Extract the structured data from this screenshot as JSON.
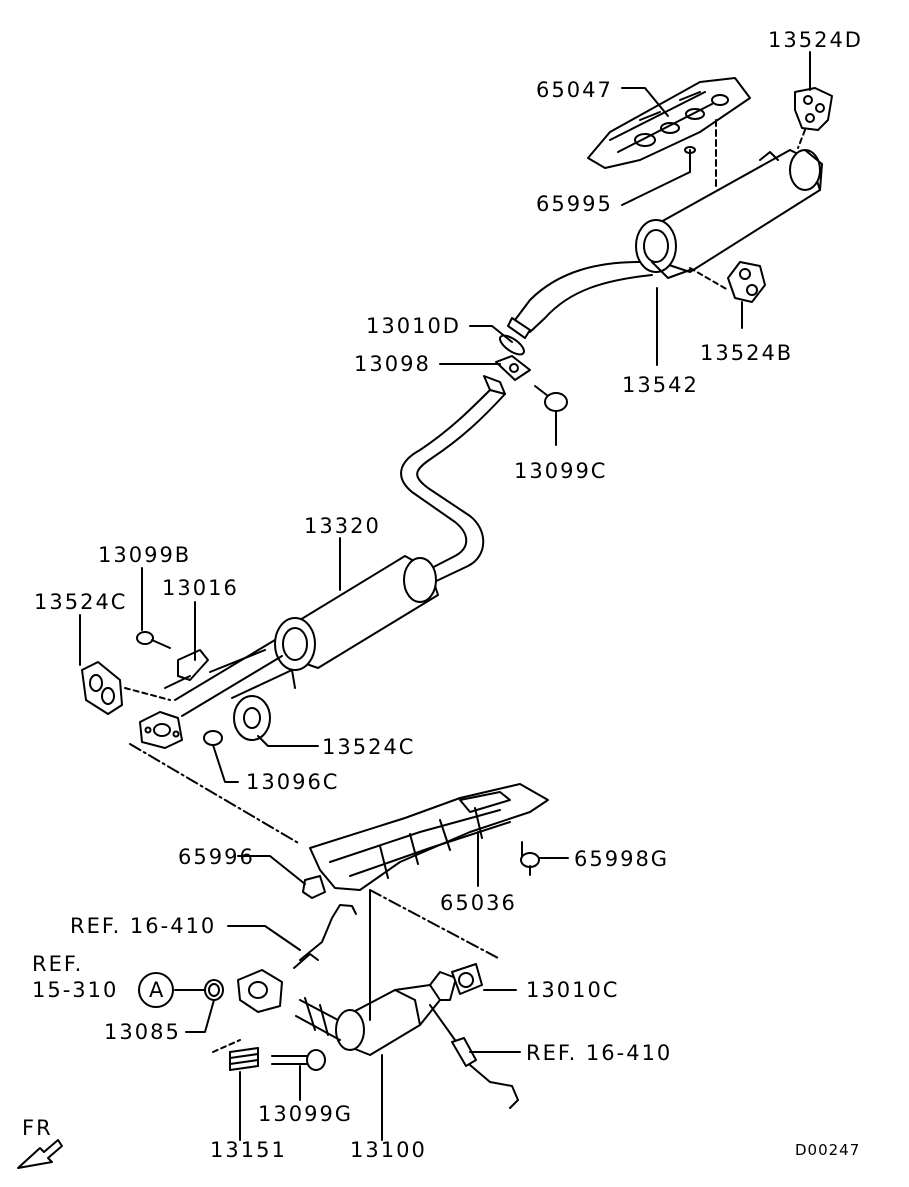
{
  "diagram_code": "D00247",
  "direction_label": "FR",
  "callout_circle": "A",
  "parts": {
    "p13524D": "13524D",
    "p65047": "65047",
    "p65995": "65995",
    "p13542": "13542",
    "p13524B": "13524B",
    "p13010D": "13010D",
    "p13098": "13098",
    "p13099C": "13099C",
    "p13320": "13320",
    "p13099B": "13099B",
    "p13016": "13016",
    "p13524C_left": "13524C",
    "p13524C_right": "13524C",
    "p13096C": "13096C",
    "p65996": "65996",
    "p65998G": "65998G",
    "p65036": "65036",
    "p13010C": "13010C",
    "p13085": "13085",
    "p13099G": "13099G",
    "p13151": "13151",
    "p13100": "13100"
  },
  "references": {
    "ref_upper": "REF. 16-410",
    "ref_lower": "REF. 16-410",
    "ref_left_line1": "REF.",
    "ref_left_line2": "15-310"
  }
}
